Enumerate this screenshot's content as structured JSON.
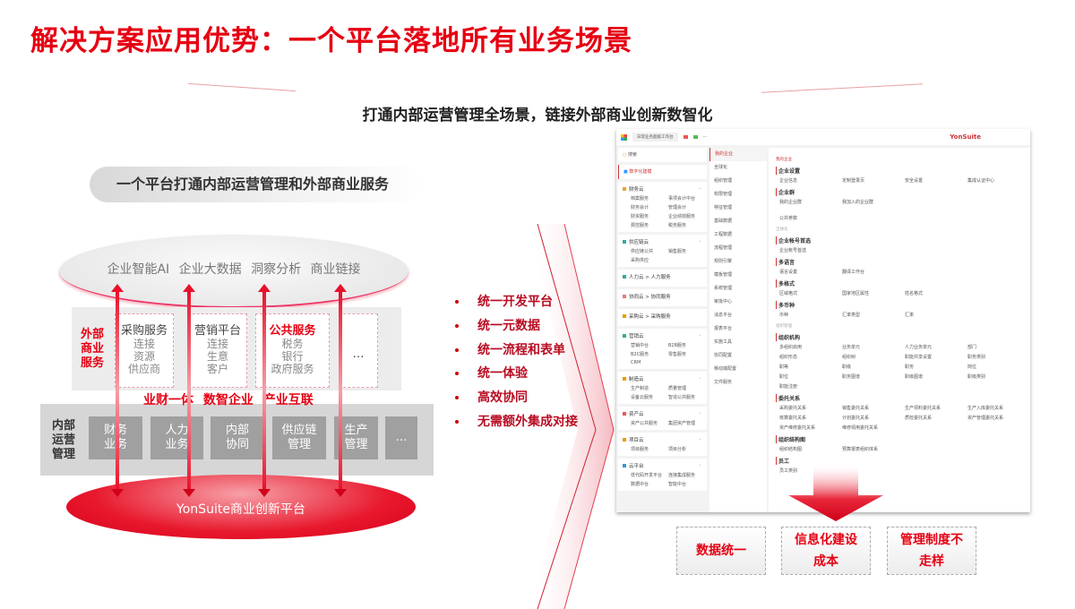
{
  "title": "解决方案应用优势：一个平台落地所有业务场景",
  "subtitle": "打通内部运营管理全场景，链接外部商业创新数智化",
  "pill": "一个平台打通内部运营管理和外部商业服务",
  "diagram": {
    "top_ellipse": "企业智能AI  企业大数据  洞察分析  商业链接",
    "external_label": "外部商业服务",
    "external_boxes": [
      {
        "head": "采购服务",
        "lines": [
          "连接",
          "资源",
          "供应商"
        ],
        "highlight": false
      },
      {
        "head": "营销平台",
        "lines": [
          "连接",
          "生意",
          "客户"
        ],
        "highlight": false
      },
      {
        "head": "公共服务",
        "lines": [
          "税务",
          "银行",
          "政府服务"
        ],
        "highlight": true
      },
      {
        "head": "…",
        "lines": [],
        "highlight": false
      }
    ],
    "slogan": "业财一体  数智企业  产业互联",
    "internal_label": "内部运营管理",
    "internal_boxes": [
      [
        "财务",
        "业务"
      ],
      [
        "人力",
        "业务"
      ],
      [
        "内部",
        "协同"
      ],
      [
        "供应链",
        "管理"
      ],
      [
        "生产",
        "管理"
      ],
      [
        "…"
      ]
    ],
    "bottom_ellipse": "YonSuite商业创新平台"
  },
  "bullets": [
    "统一开发平台",
    "统一元数据",
    "统一流程和表单",
    "统一体验",
    "高效协同",
    "无需额外集成对接"
  ],
  "screenshot": {
    "tab": "日常业务超级工作台",
    "brand": "YonSuite",
    "search": "搜索",
    "modeling": "数字化建模",
    "panels": [
      {
        "name": "财务云",
        "icon": "#f0a030",
        "items": [
          "档案服务",
          "事项会计中台",
          "财务会计",
          "管理会计",
          "财资服务",
          "企业绩效服务",
          "费控服务",
          "税务服务"
        ]
      },
      {
        "name": "供应链云",
        "icon": "#3a9",
        "items": [
          "供应链公共",
          "销售服务",
          "采购供应"
        ]
      },
      {
        "name": "人力云 > 人力服务",
        "icon": "#3a9",
        "items": []
      },
      {
        "name": "协同云 > 协同服务",
        "icon": "#e77",
        "items": []
      },
      {
        "name": "采购云 > 采购服务",
        "icon": "#e90",
        "items": []
      },
      {
        "name": "营销云",
        "icon": "#3a9",
        "items": [
          "营销中台",
          "B2B服务",
          "B2C服务",
          "零售服务",
          "CRM"
        ]
      },
      {
        "name": "制造云",
        "icon": "#e90",
        "items": [
          "生产制造",
          "质量管理",
          "设备云服务",
          "智造公共服务"
        ]
      },
      {
        "name": "资产云",
        "icon": "#e55",
        "items": [
          "资产公共服务",
          "集团资产管理"
        ]
      },
      {
        "name": "项目云",
        "icon": "#e90",
        "items": [
          "项目服务",
          "项目分析"
        ]
      },
      {
        "name": "云平台",
        "icon": "#39c",
        "items": [
          "低代码开发平台",
          "连接集成服务",
          "数据中台",
          "智能中台"
        ]
      }
    ],
    "midnav": [
      "我的企业",
      "全球化",
      "组织管理",
      "权限管理",
      "特征管理",
      "基础数据",
      "工程数据",
      "流程管理",
      "规则引擎",
      "模板管理",
      "系统管理",
      "审批中心",
      "消息平台",
      "报表平台",
      "实施工具",
      "协同配置",
      "移动端配置",
      "文件服务"
    ],
    "content": [
      {
        "section": "我的企业",
        "groups": [
          {
            "name": "企业设置",
            "items": [
              "企业信息",
              "定制登录页",
              "安全设置",
              "集成认证中心"
            ]
          },
          {
            "name": "企业群",
            "items": [
              "我的企业群",
              "我加入的企业群"
            ]
          },
          {
            "name": "",
            "items": [
              "公共参数"
            ]
          }
        ]
      },
      {
        "section": "全球化",
        "groups": [
          {
            "name": "企业帐号首选",
            "items": [
              "企业帐号首选"
            ]
          },
          {
            "name": "多语言",
            "items": [
              "语言设置",
              "翻译工作台"
            ]
          },
          {
            "name": "多格式",
            "items": [
              "区域格式",
              "国家地区属性",
              "姓名格式"
            ]
          },
          {
            "name": "多币种",
            "items": [
              "币种",
              "汇率类型",
              "汇率"
            ]
          }
        ]
      },
      {
        "section": "组织管理",
        "groups": [
          {
            "name": "组织机构",
            "items": [
              "多组织启用",
              "业务单元",
              "人力业务单元",
              "部门",
              "组织形态",
              "组织树",
              "职能共享设置",
              "职务类别",
              "职等",
              "职级",
              "职务",
              "岗位",
              "职位",
              "职务图谱",
              "职级图谱",
              "职级类别",
              "职能注册"
            ]
          },
          {
            "name": "委托关系",
            "items": [
              "采购委托关系",
              "销售委托关系",
              "生产领料委托关系",
              "生产入库委托关系",
              "核算委托关系",
              "计划委托关系",
              "质检委托关系",
              "资产管理委托关系",
              "资产维修委托关系",
              "维修领用委托关系"
            ]
          },
          {
            "name": "组织结构图",
            "items": [
              "组织结构图",
              "预算报表组织体系"
            ]
          },
          {
            "name": "员工",
            "items": [
              "员工类别"
            ]
          }
        ]
      }
    ]
  },
  "results": [
    [
      "数据统一"
    ],
    [
      "信息化建设",
      "成本"
    ],
    [
      "管理制度不",
      "走样"
    ]
  ],
  "colors": {
    "accent": "#e60012",
    "dark_red": "#b80c22"
  }
}
